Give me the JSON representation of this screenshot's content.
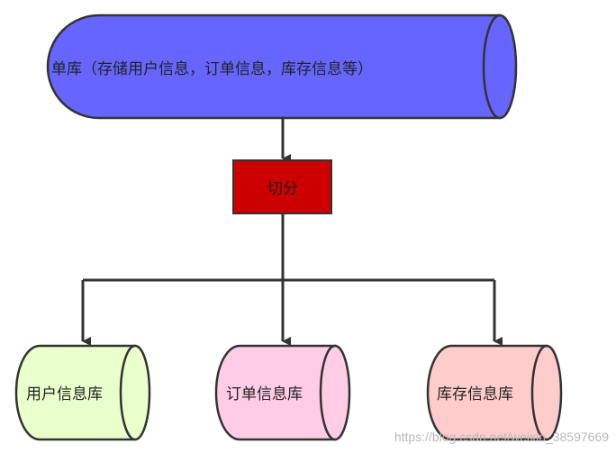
{
  "top_db": {
    "label": "单库（存储用户信息，订单信息，库存信息等）",
    "color": "#6666ff"
  },
  "split": {
    "label": "切分",
    "color": "#cc0000"
  },
  "shards": [
    {
      "label": "用户信息库",
      "color": "#e9ffcc"
    },
    {
      "label": "订单信息库",
      "color": "#ffcce6"
    },
    {
      "label": "库存信息库",
      "color": "#ffcccc"
    }
  ],
  "watermark": "https://blog.csdn.net/weixin_38597669"
}
